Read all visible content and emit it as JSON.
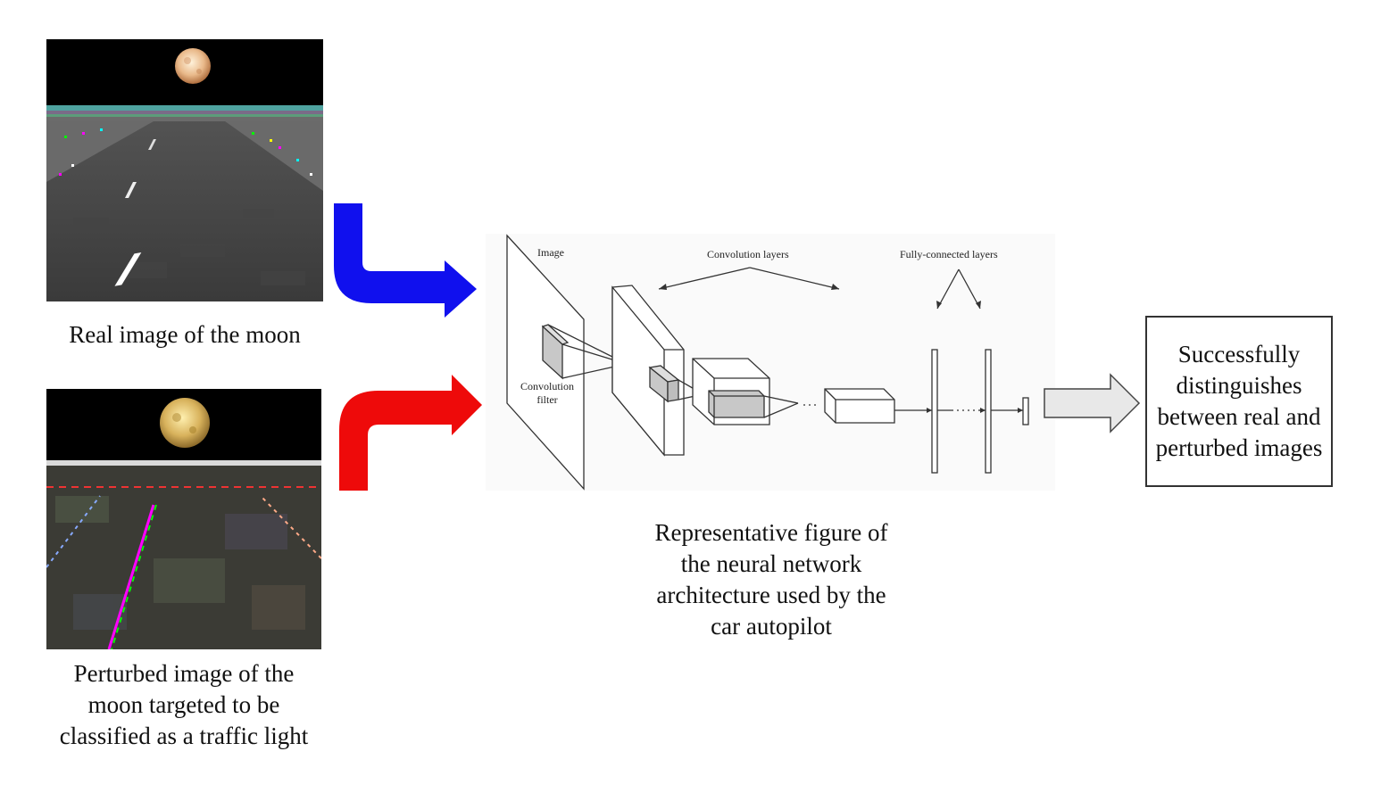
{
  "real_image": {
    "caption": "Real image of the moon",
    "icon": "road-moon-photo"
  },
  "perturbed_image": {
    "caption": "Perturbed image of the moon targeted to be classified as a traffic light",
    "icon": "perturbed-road-moon-photo"
  },
  "arrows": {
    "real_arrow_color": "#1010ee",
    "perturbed_arrow_color": "#ee0a0a",
    "output_arrow_color": "#e8e8e8"
  },
  "network": {
    "image_label": "Image",
    "filter_label_line1": "Convolution",
    "filter_label_line2": "filter",
    "conv_label": "Convolution layers",
    "fc_label": "Fully-connected layers",
    "caption": "Representative figure of the neural network architecture used by the car autopilot"
  },
  "result": {
    "text": "Successfully distinguishes between real and perturbed images"
  }
}
